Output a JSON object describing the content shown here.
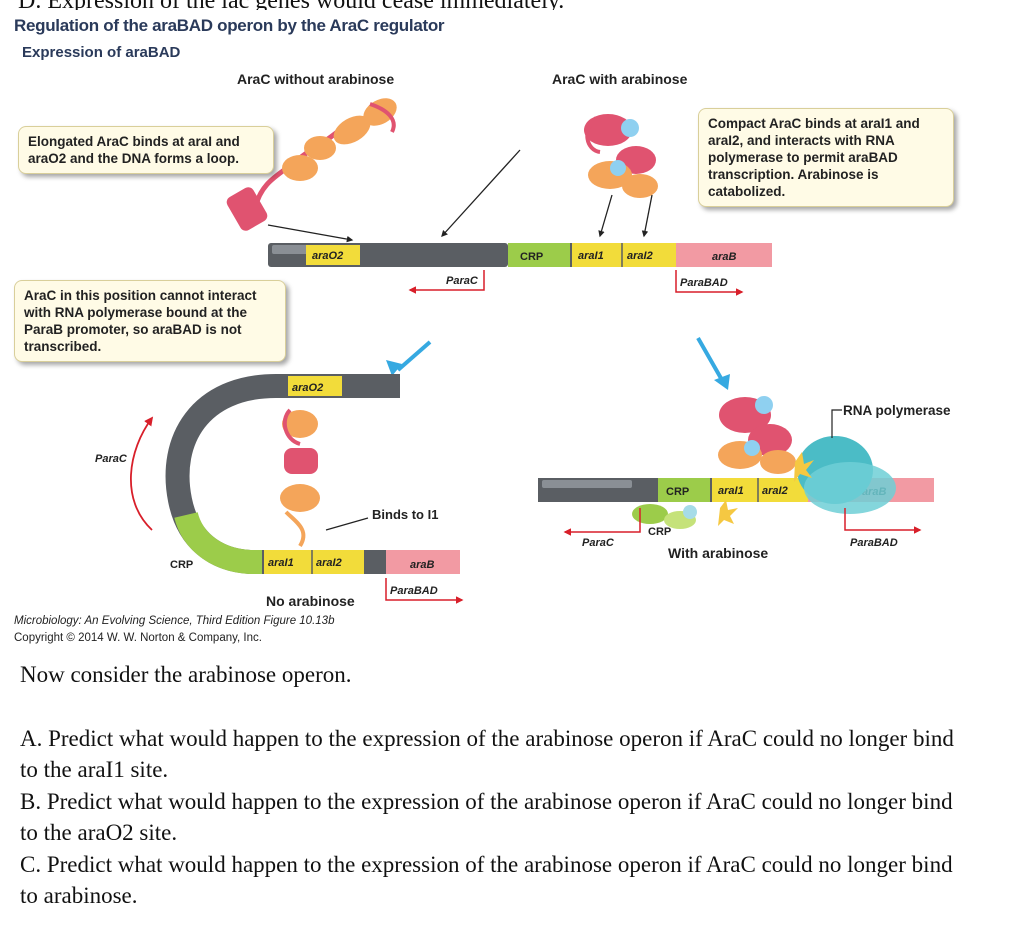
{
  "top_cut_text": "D. Expression of the lac genes would cease immediately.",
  "figure": {
    "title": "Regulation of the araBAD operon by the AraC regulator",
    "subtitle": "Expression of araBAD",
    "panel_left_heading": "AraC without arabinose",
    "panel_right_heading": "AraC with arabinose",
    "callout_loop": "Elongated AraC binds at araI and araO2 and the DNA forms a loop.",
    "callout_compact": "Compact AraC binds at araI1 and araI2, and interacts with RNA polymerase to permit araBAD transcription. Arabinose is catabolized.",
    "callout_position": "AraC in this position cannot interact with RNA polymerase bound at the ParaB promoter, so araBAD is not transcribed.",
    "segments": {
      "araO2": "araO2",
      "crp": "CRP",
      "araI1": "araI1",
      "araI2": "araI2",
      "araB": "araB",
      "p_arac": "ParaC",
      "p_arabad": "ParaBAD"
    },
    "label_binds_to": "Binds to I1",
    "label_no_arabinose": "No arabinose",
    "label_with_arabinose": "With arabinose",
    "label_rna_polymerase": "RNA polymerase",
    "credit_line1": "Microbiology: An Evolving Science, Third Edition  Figure 10.13b",
    "credit_line2": "Copyright © 2014 W. W. Norton & Company, Inc.",
    "colors": {
      "dna": "#5a5e63",
      "crp": "#9ccc4a",
      "arai": "#f2dc3a",
      "arab": "#f29aa3",
      "arac_top": "#e05370",
      "arac_bottom": "#f4a55a",
      "rnap": "#4bbcc6",
      "arrow_red": "#d81f2a",
      "arrow_blue": "#36a9e1"
    }
  },
  "question": {
    "intro": "Now consider the arabinose operon.",
    "a": "A. Predict what would happen to the expression of the arabinose operon  if AraC could no longer bind to the araI1 site.",
    "b": "B. Predict what would happen to the expression of the arabinose operon  if AraC could no longer bind to the araO2 site.",
    "c": "C. Predict what would happen to the expression of the arabinose operon  if AraC could no longer bind to arabinose."
  }
}
